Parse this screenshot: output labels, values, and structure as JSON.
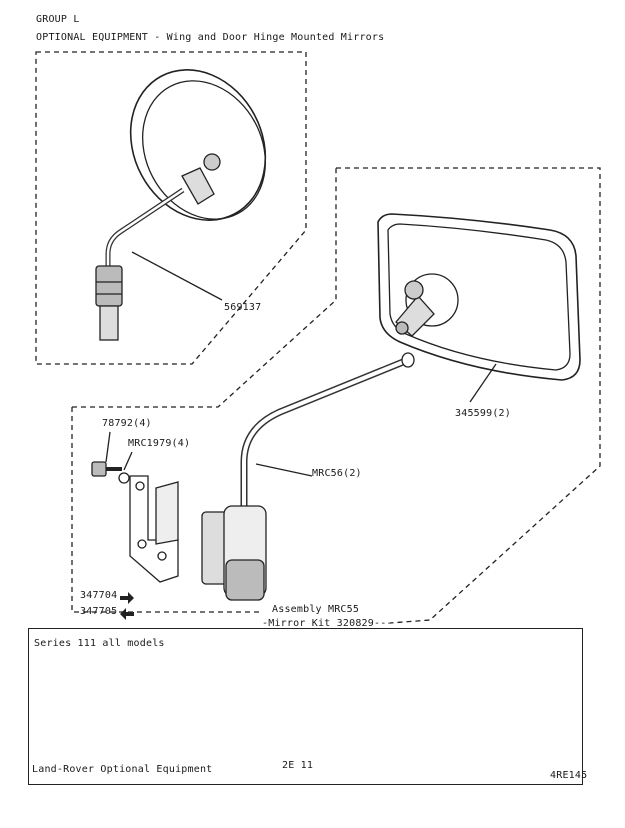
{
  "header": {
    "group": "GROUP L",
    "title": "OPTIONAL EQUIPMENT - Wing and Door Hinge Mounted Mirrors"
  },
  "parts": {
    "p1": "569137",
    "p2": "345599(2)",
    "p3": "78792(4)",
    "p4": "MRC1979(4)",
    "p5": "MRC56(2)",
    "p6": "347704",
    "p7": "347705",
    "assembly_line1": "Assembly MRC55",
    "assembly_line2": "Mirror Kit 320829"
  },
  "footer": {
    "models": "Series 111 all models",
    "left": "Land-Rover Optional Equipment",
    "center": "2E 11",
    "right": "4RE145"
  }
}
